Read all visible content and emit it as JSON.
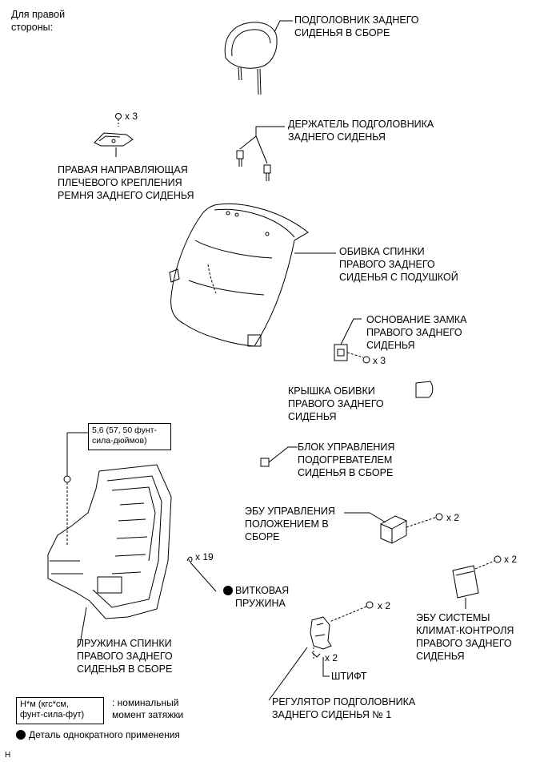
{
  "side_title": "Для правой\nстороны:",
  "parts": {
    "headrest": "ПОДГОЛОВНИК ЗАДНЕГО\nСИДЕНЬЯ В СБОРЕ",
    "headrest_holder": "ДЕРЖАТЕЛЬ ПОДГОЛОВНИКА\nЗАДНЕГО СИДЕНЬЯ",
    "belt_guide": "ПРАВАЯ НАПРАВЛЯЮЩАЯ\nПЛЕЧЕВОГО КРЕПЛЕНИЯ\nРЕМНЯ ЗАДНЕГО СИДЕНЬЯ",
    "seatback_cover": "ОБИВКА СПИНКИ\nПРАВОГО ЗАДНЕГО\nСИДЕНЬЯ С ПОДУШКОЙ",
    "lock_base": "ОСНОВАНИЕ ЗАМКА\nПРАВОГО ЗАДНЕГО\nСИДЕНЬЯ",
    "cover_cap": "КРЫШКА ОБИВКИ\nПРАВОГО ЗАДНЕГО\nСИДЕНЬЯ",
    "heater_unit": "БЛОК УПРАВЛЕНИЯ\nПОДОГРЕВАТЕЛЕМ\nСИДЕНЬЯ В СБОРЕ",
    "position_ecu": "ЭБУ УПРАВЛЕНИЯ\nПОЛОЖЕНИЕМ В\nСБОРЕ",
    "coil_spring": "ВИТКОВАЯ\nПРУЖИНА",
    "climate_ecu": "ЭБУ СИСТЕМЫ\nКЛИМАТ-КОНТРОЛЯ\nПРАВОГО ЗАДНЕГО\nСИДЕНЬЯ",
    "spring_assembly": "ПРУЖИНА СПИНКИ\nПРАВОГО ЗАДНЕГО\nСИДЕНЬЯ В СБОРЕ",
    "pin": "ШТИФТ",
    "headrest_adjuster": "РЕГУЛЯТОР ПОДГОЛОВНИКА\nЗАДНЕГО СИДЕНЬЯ № 1"
  },
  "quantities": {
    "belt_guide_bolts": "x 3",
    "lock_base_bolts": "x 3",
    "position_ecu_nuts": "x 2",
    "coil_springs": "x 19",
    "climate_ecu_nuts": "x 2",
    "adjuster_bolts": "x 2",
    "pins": "x 2"
  },
  "torque_value": "5,6 (57, 50 фунт-\nсила-дюймов)",
  "legend": {
    "torque_units": "Н*м (кгс*см,\nфунт-сила-фут)",
    "torque_desc": ": номинальный\nмомент затяжки",
    "single_use": "Деталь однократного применения"
  },
  "figure_code": "H"
}
